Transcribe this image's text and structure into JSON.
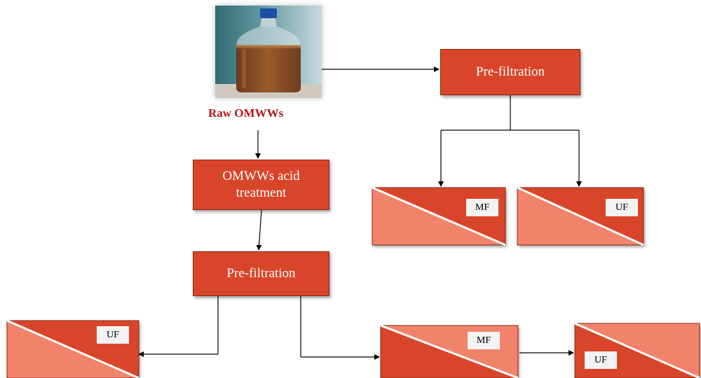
{
  "raw_label": "Raw OMWWs",
  "acid_treatment_label": "OMWWs acid treatment",
  "prefiltration_top_label": "Pre-filtration",
  "prefiltration_bottom_label": "Pre-filtration",
  "membranes": {
    "top_mf": "MF",
    "top_uf": "UF",
    "bottom_uf": "UF",
    "bottom_mf": "MF",
    "bottom_uf2": "UF"
  },
  "colors": {
    "box_fill": "#d9452a",
    "membrane_dark": "#d9452a",
    "membrane_light": "#f2836b",
    "raw_label_text": "#b3171c",
    "arrow": "#000000"
  }
}
